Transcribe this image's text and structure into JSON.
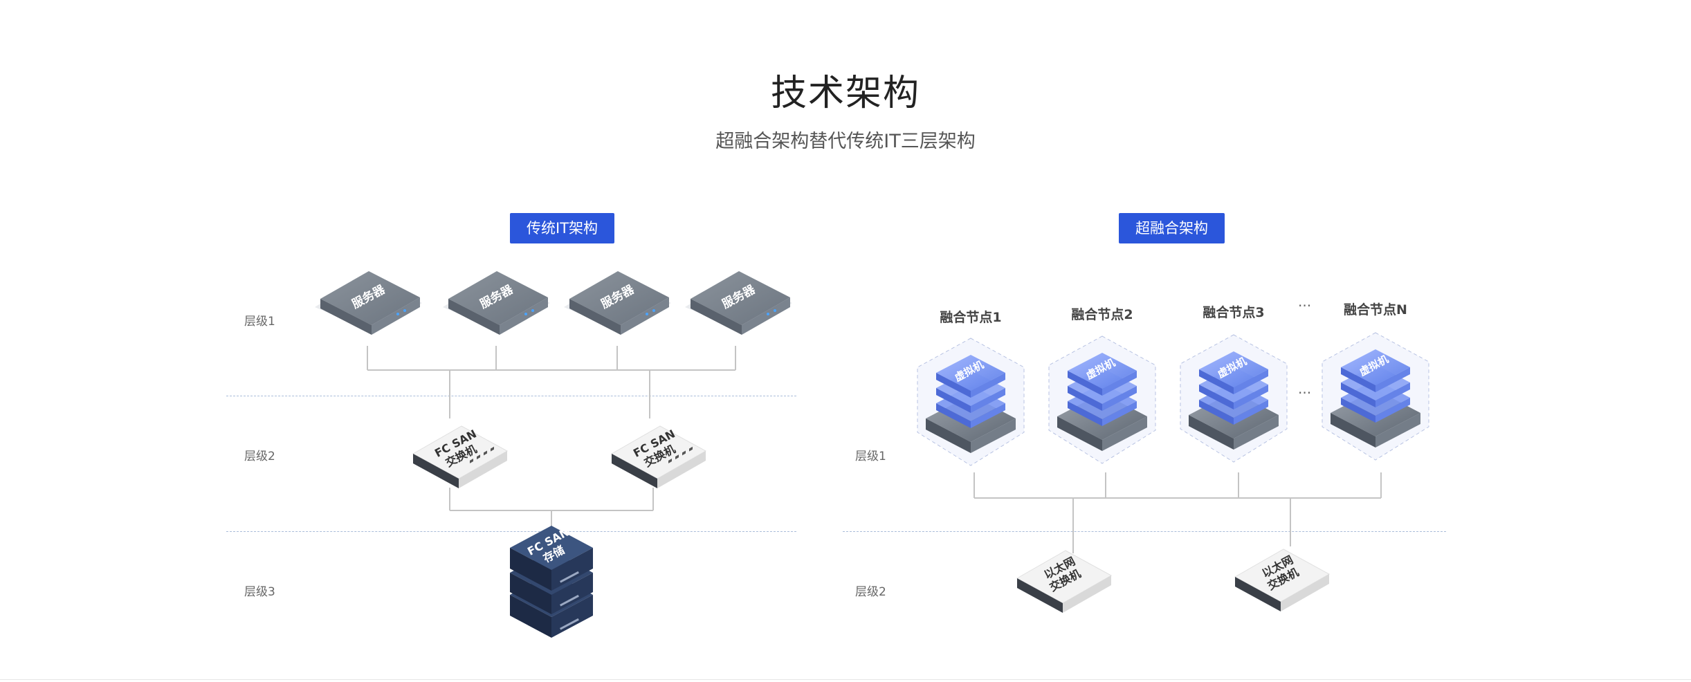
{
  "title": "技术架构",
  "subtitle": "超融合架构替代传统IT三层架构",
  "left": {
    "badge": "传统IT架构",
    "layers": [
      "层级1",
      "层级2",
      "层级3"
    ],
    "server_label": "服务器",
    "switch_label_line1": "FC SAN",
    "switch_label_line2": "交换机",
    "storage_label_line1": "FC SAN",
    "storage_label_line2": "存储"
  },
  "right": {
    "badge": "超融合架构",
    "layers": [
      "层级1",
      "层级2"
    ],
    "nodes": [
      "融合节点1",
      "融合节点2",
      "融合节点3",
      "融合节点N"
    ],
    "ellipsis": "···",
    "vm_label": "虚拟机",
    "switch_label_line1": "以太网",
    "switch_label_line2": "交换机"
  },
  "colors": {
    "accent": "#2b56db",
    "server": "#6c7580",
    "storage": "#27385a",
    "vm": "#6d8ef0",
    "line": "#c4c4c4"
  }
}
